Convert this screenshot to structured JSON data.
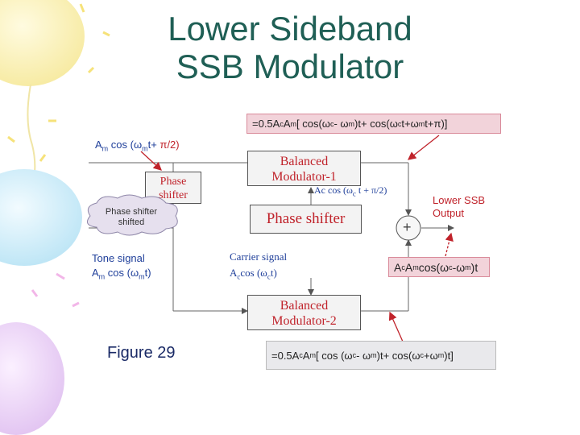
{
  "title": {
    "line1": "Lower Sideband",
    "line2": "SSB Modulator"
  },
  "formulas": {
    "top_prefix": "=0.5A",
    "top_rest": "[ cos(ω",
    "top_mid": "- ω",
    "top_end": ")t+ cos(ω",
    "top_tail": "t+ω",
    "top_close": "t+π)]",
    "output_text": "cos(ω",
    "bottom_prefix": "=0.5A",
    "bottom_rest": "[ cos (ω",
    "bottom_mid": "- ω",
    "bottom_end": ")t+ cos(ω",
    "bottom_tail": "+ω",
    "bottom_close": ")t]"
  },
  "blocks": {
    "bm1_line1": "Balanced",
    "bm1_line2": "Modulator-1",
    "phase_shifter_main": "Phase shifter",
    "phase_small_line1": "Phase",
    "phase_small_line2": "shifter",
    "bm2_line1": "Balanced",
    "bm2_line2": "Modulator-2",
    "cloud_line1": "Phase shifter",
    "cloud_line2": "shifted",
    "summer": "+"
  },
  "labels": {
    "am_top": "A",
    "am_top_rest": "cos (ω",
    "am_top_tail": "t+",
    "am_top_pi": "π/2)",
    "ac_shift": "Ac cos (ω",
    "ac_shift_tail": "t + π/2)",
    "lower_ssb_1": "Lower SSB",
    "lower_ssb_2": "Output",
    "tone_1": "Tone signal",
    "tone_2a": "A",
    "tone_2b": "cos (ω",
    "tone_2c": "t)",
    "carrier_1": "Carrier signal",
    "carrier_2a": "A",
    "carrier_2b": "cos (ω",
    "carrier_2c": "t)",
    "sub_m": "m",
    "sub_c": "c"
  },
  "figure_caption": "Figure 29",
  "colors": {
    "title": "#1f5f55",
    "accent_red": "#c0232b",
    "accent_blue": "#1f3f9a",
    "formula_fill": "#f2d3da",
    "block_fill": "#f3f3f3"
  }
}
